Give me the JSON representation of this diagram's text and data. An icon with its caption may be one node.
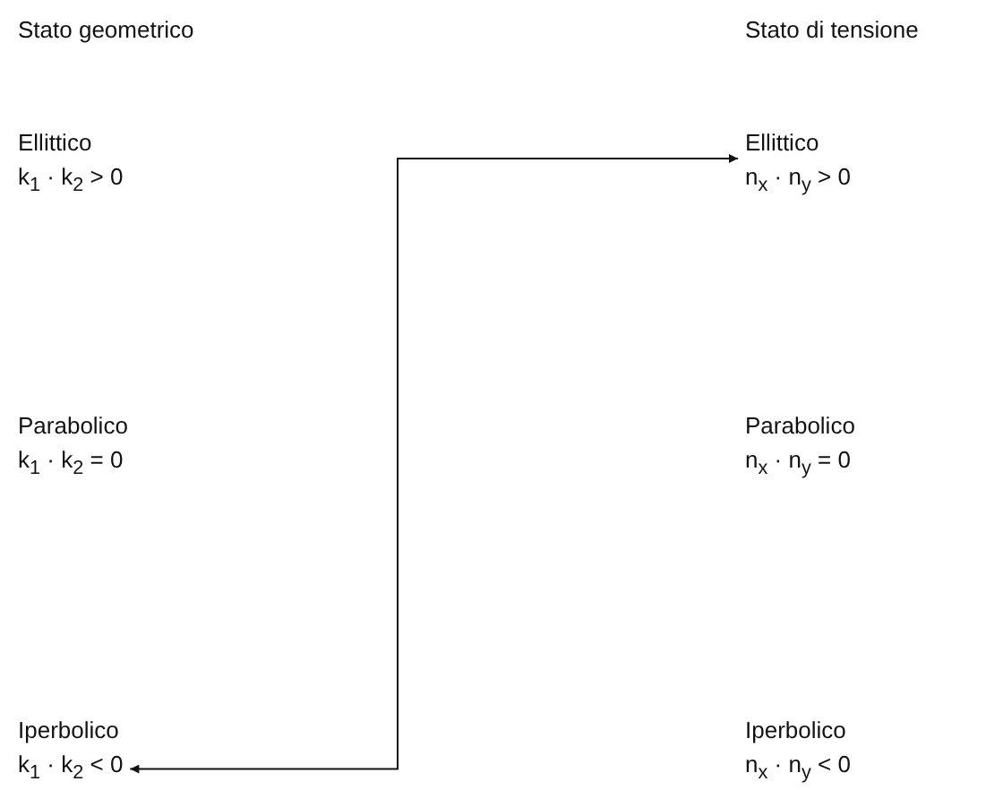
{
  "diagram": {
    "nodes": [
      {
        "text": [
          "Ellittico",
          "k$_{1}$ · k$_{2}$ > 0"
        ]
      },
      {
        "text": [
          "Ellittico",
          "n$_{x}$ · n$_{y}$ > 0"
        ]
      },
      {
        "text": [
          "Parabolico",
          "k$_{1}$ · k$_{2}$ = 0"
        ]
      },
      {
        "text": [
          "Parabolico",
          "n$_{x}$ · n$_{y}$ = 0"
        ]
      },
      {
        "text": [
          "Iperbolico",
          "k$_{1}$ · k$_{2}$ < 0"
        ]
      },
      {
        "text": [
          "Iperbolico",
          "n$_{x}$ · n$_{y}$ < 0"
        ]
      }
    ],
    "edges": [
      {
        "from": 4,
        "to": 1,
        "arrow": "both"
      }
    ],
    "labels": [
      "Stato geometrico",
      "Stato di tensione"
    ]
  }
}
